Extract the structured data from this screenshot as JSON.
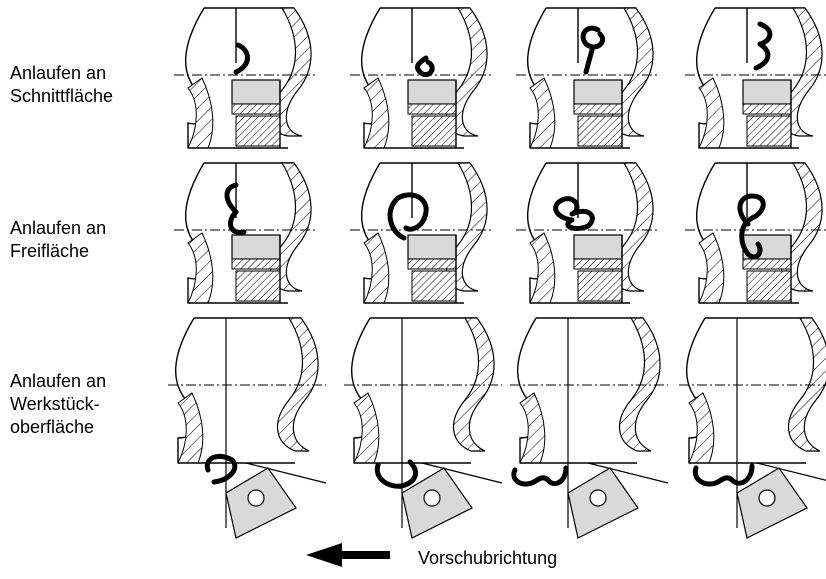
{
  "rows": [
    {
      "label": "Anlaufen an\nSchnittfläche"
    },
    {
      "label": "Anlaufen an\nFreifläche"
    },
    {
      "label": "Anlaufen an\nWerkstück-\noberfläche"
    }
  ],
  "direction": {
    "label": "Vorschubrichtung"
  },
  "colors": {
    "chip": "#000000",
    "tool": "#d9d9d9",
    "line": "#000000"
  }
}
